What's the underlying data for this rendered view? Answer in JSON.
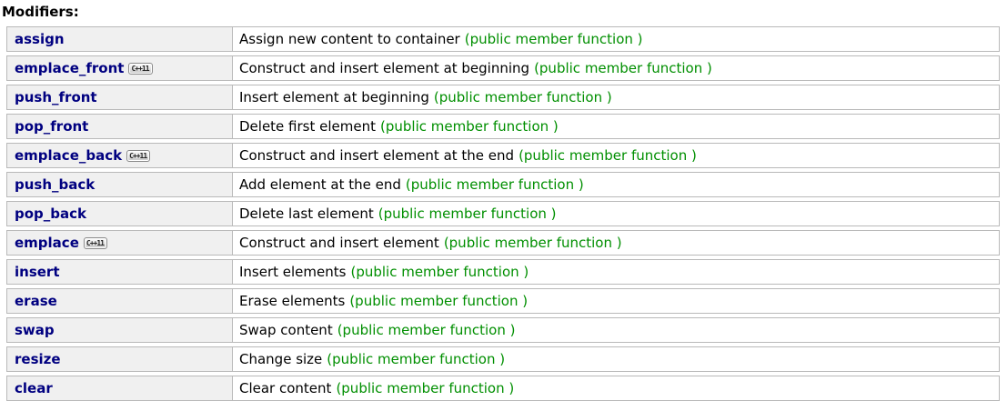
{
  "page": {
    "title": "Modifiers:"
  },
  "colors": {
    "link_navy": "#000080",
    "kind_green": "#008f00",
    "left_cell_bg": "#f0f0f0",
    "row_border": "#b9b9b9"
  },
  "table": {
    "rows": [
      {
        "name": "assign",
        "badge": null,
        "description": "Assign new content to container",
        "kind": "(public member function )"
      },
      {
        "name": "emplace_front",
        "badge": "C++11",
        "description": "Construct and insert element at beginning",
        "kind": "(public member function )"
      },
      {
        "name": "push_front",
        "badge": null,
        "description": "Insert element at beginning",
        "kind": "(public member function )"
      },
      {
        "name": "pop_front",
        "badge": null,
        "description": "Delete first element",
        "kind": "(public member function )"
      },
      {
        "name": "emplace_back",
        "badge": "C++11",
        "description": "Construct and insert element at the end",
        "kind": "(public member function )"
      },
      {
        "name": "push_back",
        "badge": null,
        "description": "Add element at the end",
        "kind": "(public member function )"
      },
      {
        "name": "pop_back",
        "badge": null,
        "description": "Delete last element",
        "kind": "(public member function )"
      },
      {
        "name": "emplace",
        "badge": "C++11",
        "description": "Construct and insert element",
        "kind": "(public member function )"
      },
      {
        "name": "insert",
        "badge": null,
        "description": "Insert elements",
        "kind": "(public member function )"
      },
      {
        "name": "erase",
        "badge": null,
        "description": "Erase elements",
        "kind": "(public member function )"
      },
      {
        "name": "swap",
        "badge": null,
        "description": "Swap content",
        "kind": "(public member function )"
      },
      {
        "name": "resize",
        "badge": null,
        "description": "Change size",
        "kind": "(public member function )"
      },
      {
        "name": "clear",
        "badge": null,
        "description": "Clear content",
        "kind": "(public member function )"
      }
    ]
  }
}
